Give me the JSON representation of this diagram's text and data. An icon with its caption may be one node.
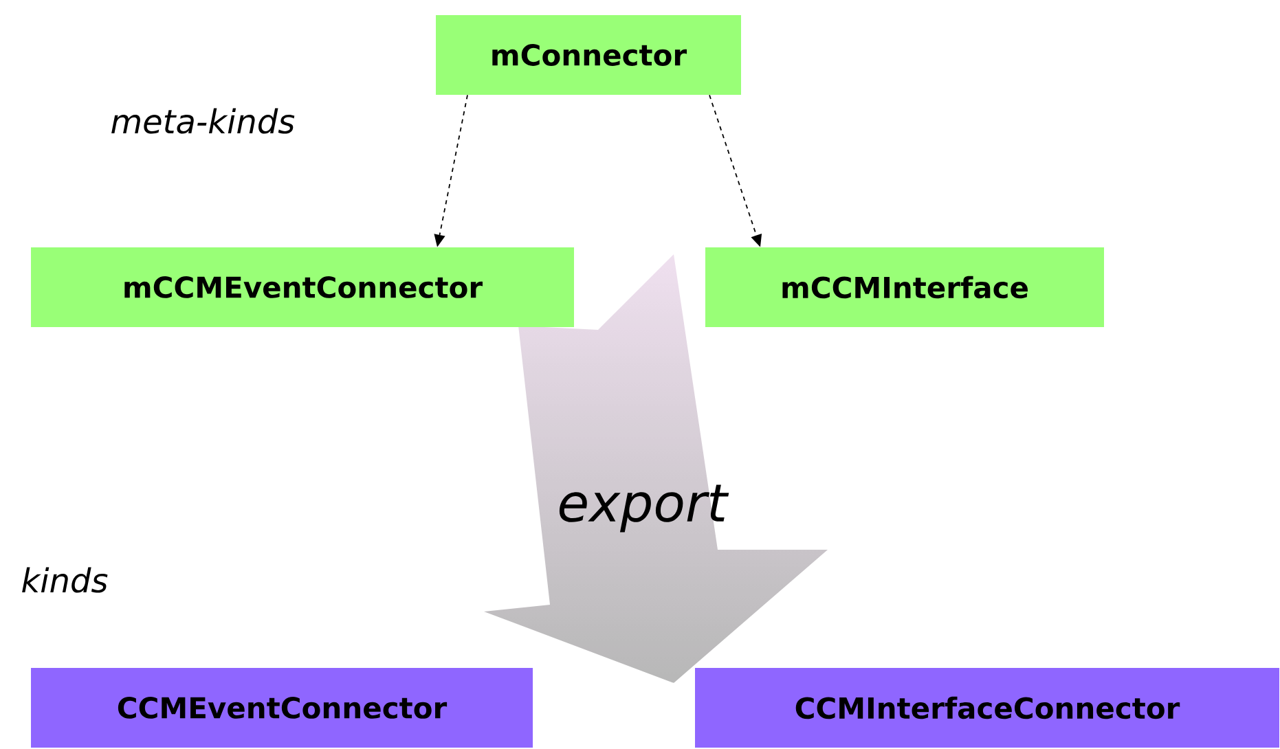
{
  "diagram": {
    "nodes": [
      {
        "text": [
          "mConnector"
        ]
      },
      {
        "text": [
          "mCCMEventConnector"
        ]
      },
      {
        "text": [
          "mCCMInterface"
        ]
      },
      {
        "text": [
          "CCMEventConnector"
        ]
      },
      {
        "text": [
          "CCMInterfaceConnector"
        ]
      }
    ],
    "edges": [
      {
        "from": 0,
        "to": 1,
        "arrow": "to",
        "style": "dashed"
      },
      {
        "from": 0,
        "to": 2,
        "arrow": "to",
        "style": "dashed"
      }
    ],
    "labels": [
      "meta-kinds",
      "export",
      "kinds"
    ]
  }
}
